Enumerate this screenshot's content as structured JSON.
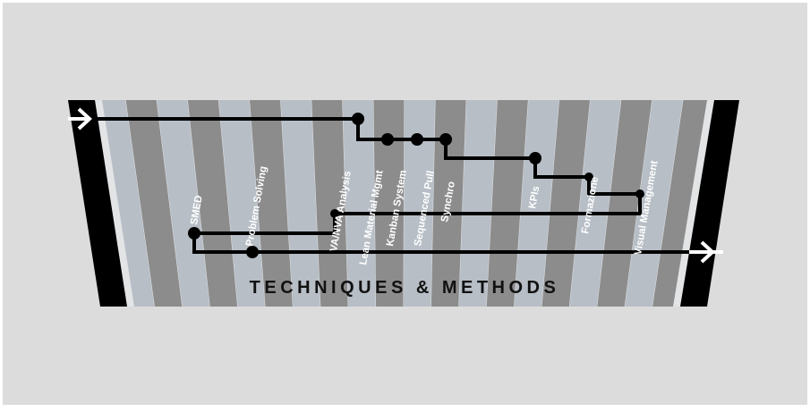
{
  "diagram": {
    "colors": {
      "background": "#dcdcdc",
      "frame": "#ffffff",
      "stripe_light": "#b7bec6",
      "stripe_dark": "#8c8c8c",
      "line": "#000000",
      "label": "#ffffff",
      "title": "#111111"
    },
    "title": "TECHNIQUES & METHODS",
    "labels": {
      "smed": "SMED",
      "problem_solving": "Problem Solving",
      "va_nva": "VA/NVA Analysis",
      "lean_material": "Lean Material Mgmt",
      "kanban": "Kanban System",
      "sequenced_pull": "Sequenced Pull",
      "synchro": "Synchro",
      "kpis": "KPIs",
      "formazione": "Formazione",
      "visual_management": "Visual Management"
    },
    "icons": [
      "arrow-in-icon",
      "arrow-out-icon"
    ]
  }
}
